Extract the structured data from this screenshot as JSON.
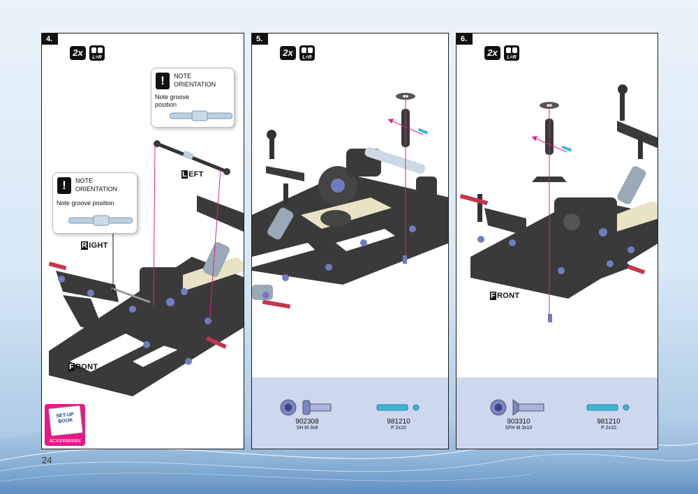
{
  "page": {
    "number": "24"
  },
  "steps": [
    {
      "id": "4",
      "label": "4.",
      "quantity": "2x",
      "symmetry": "L=R",
      "notes": [
        {
          "title_line1": "NOTE",
          "title_line2": "ORIENTATION",
          "sub_line1": "Note groove",
          "sub_line2": "position"
        },
        {
          "title_line1": "NOTE",
          "title_line2": "ORIENTATION",
          "sub_line1": "Note groove position"
        }
      ],
      "direction_labels": {
        "left": {
          "first": "L",
          "rest": "EFT"
        },
        "right": {
          "first": "R",
          "rest": "IGHT"
        },
        "front": {
          "first": "F",
          "rest": "RONT"
        }
      },
      "badge": {
        "line1": "SET-UP",
        "line2": "BOOK",
        "caption": "ACKERMANN"
      }
    },
    {
      "id": "5",
      "label": "5.",
      "quantity": "2x",
      "symmetry": "L=R",
      "parts": [
        {
          "code": "902308",
          "desc": "SH M 3x8",
          "icon": "socket-head-screw"
        },
        {
          "code": "981210",
          "desc": "P 2x10",
          "icon": "pin"
        }
      ]
    },
    {
      "id": "6",
      "label": "6.",
      "quantity": "2x",
      "symmetry": "L=R",
      "direction_labels": {
        "front": {
          "first": "F",
          "rest": "RONT"
        }
      },
      "parts": [
        {
          "code": "903310",
          "desc": "SFH M 3x10",
          "icon": "flat-head-screw"
        },
        {
          "code": "981210",
          "desc": "P 2x10",
          "icon": "pin"
        }
      ]
    }
  ],
  "colors": {
    "carbon": "#3a3a3a",
    "arrow": "#e01e8c",
    "screw": "#7a86c8",
    "pin": "#3fb5d6",
    "parts_bar": "#cdd7ee",
    "badge": "#e7188a"
  }
}
